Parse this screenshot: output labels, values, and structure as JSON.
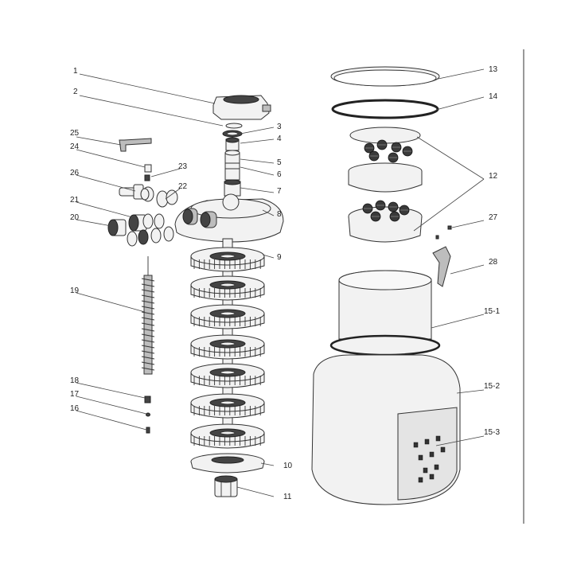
{
  "labels": {
    "p1": "1",
    "p2": "2",
    "p3": "3",
    "p4": "4",
    "p5": "5",
    "p6": "6",
    "p7": "7",
    "p8": "8",
    "p9": "9",
    "p10": "10",
    "p11": "11",
    "p12": "12",
    "p13": "13",
    "p14": "14",
    "p15_1": "15-1",
    "p15_2": "15-2",
    "p15_3": "15-3",
    "p16": "16",
    "p17": "17",
    "p18": "18",
    "p19": "19",
    "p20": "20",
    "p21": "21",
    "p22": "22",
    "p23": "23",
    "p24": "24",
    "p25": "25",
    "p26": "26",
    "p27": "27",
    "p28": "28"
  }
}
